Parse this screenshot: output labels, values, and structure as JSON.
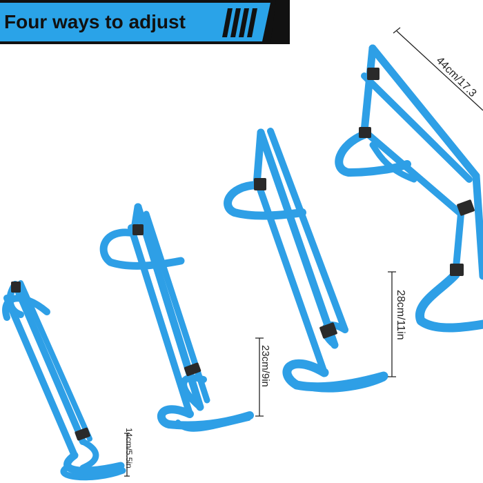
{
  "banner": {
    "title": "Four ways to adjust",
    "background_color": "#2aa3e8",
    "stripe_color": "#111111"
  },
  "product": {
    "frame_color": "#2e9fe6",
    "clip_color": "#2a2a2a",
    "icon": "adjustable-agility-hurdle"
  },
  "dimensions": {
    "height_1": "14cm/5.5in",
    "height_2": "23cm/9in",
    "height_3": "28cm/11in",
    "width": "44cm/17.3"
  }
}
